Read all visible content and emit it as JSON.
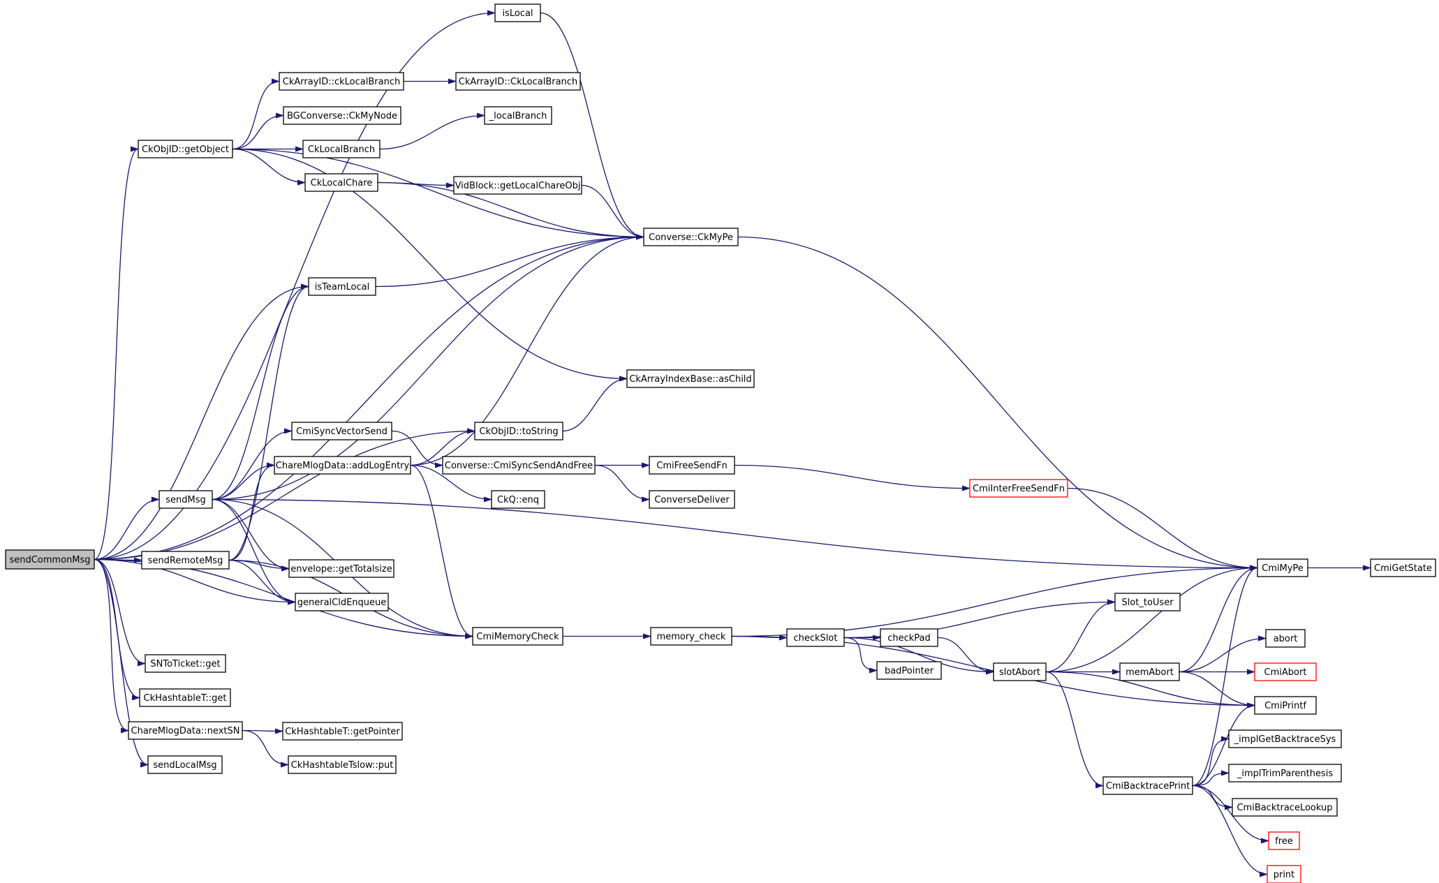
{
  "graph": {
    "nodes": [
      {
        "id": "sendCommonMsg",
        "label": "sendCommonMsg",
        "root": true
      },
      {
        "id": "isLocal",
        "label": "isLocal"
      },
      {
        "id": "ckLocalBranch",
        "label": "CkArrayID::ckLocalBranch"
      },
      {
        "id": "CkLocalBranchA",
        "label": "CkArrayID::CkLocalBranch"
      },
      {
        "id": "BGCkMyNode",
        "label": "BGConverse::CkMyNode"
      },
      {
        "id": "_localBranch",
        "label": "_localBranch"
      },
      {
        "id": "getObject",
        "label": "CkObjID::getObject"
      },
      {
        "id": "CkLocalBranch",
        "label": "CkLocalBranch"
      },
      {
        "id": "CkLocalChare",
        "label": "CkLocalChare"
      },
      {
        "id": "getLocalChareObj",
        "label": "VidBlock::getLocalChareObj"
      },
      {
        "id": "ConverseCkMyPe",
        "label": "Converse::CkMyPe"
      },
      {
        "id": "isTeamLocal",
        "label": "isTeamLocal"
      },
      {
        "id": "asChild",
        "label": "CkArrayIndexBase::asChild"
      },
      {
        "id": "CmiSyncVectorSend",
        "label": "CmiSyncVectorSend"
      },
      {
        "id": "toString",
        "label": "CkObjID::toString"
      },
      {
        "id": "addLogEntry",
        "label": "ChareMlogData::addLogEntry"
      },
      {
        "id": "CmiSyncSendAndFree",
        "label": "Converse::CmiSyncSendAndFree"
      },
      {
        "id": "CmiFreeSendFn",
        "label": "CmiFreeSendFn"
      },
      {
        "id": "CmiInterFreeSendFn",
        "label": "CmiInterFreeSendFn",
        "truncated": true
      },
      {
        "id": "sendMsg",
        "label": "sendMsg"
      },
      {
        "id": "CkQenq",
        "label": "CkQ::enq"
      },
      {
        "id": "ConverseDeliver",
        "label": "ConverseDeliver"
      },
      {
        "id": "sendRemoteMsg",
        "label": "sendRemoteMsg"
      },
      {
        "id": "getTotalsize",
        "label": "envelope::getTotalsize"
      },
      {
        "id": "CmiMyPe",
        "label": "CmiMyPe"
      },
      {
        "id": "CmiGetState",
        "label": "CmiGetState"
      },
      {
        "id": "generalCldEnqueue",
        "label": "generalCldEnqueue"
      },
      {
        "id": "SlotToUser",
        "label": "Slot_toUser"
      },
      {
        "id": "CmiMemoryCheck",
        "label": "CmiMemoryCheck"
      },
      {
        "id": "memory_check",
        "label": "memory_check"
      },
      {
        "id": "checkSlot",
        "label": "checkSlot"
      },
      {
        "id": "checkPad",
        "label": "checkPad"
      },
      {
        "id": "abort",
        "label": "abort"
      },
      {
        "id": "SNToTicket",
        "label": "SNToTicket::get"
      },
      {
        "id": "badPointer",
        "label": "badPointer"
      },
      {
        "id": "slotAbort",
        "label": "slotAbort"
      },
      {
        "id": "memAbort",
        "label": "memAbort"
      },
      {
        "id": "CmiAbort",
        "label": "CmiAbort",
        "truncated": true
      },
      {
        "id": "CkHashtableTget",
        "label": "CkHashtableT::get"
      },
      {
        "id": "CmiPrintf",
        "label": "CmiPrintf"
      },
      {
        "id": "nextSN",
        "label": "ChareMlogData::nextSN"
      },
      {
        "id": "getPointer",
        "label": "CkHashtableT::getPointer"
      },
      {
        "id": "implGetBacktraceSys",
        "label": "_implGetBacktraceSys"
      },
      {
        "id": "sendLocalMsg",
        "label": "sendLocalMsg"
      },
      {
        "id": "CkHashtableTslowPut",
        "label": "CkHashtableTslow::put"
      },
      {
        "id": "implTrimParenthesis",
        "label": "_implTrimParenthesis"
      },
      {
        "id": "CmiBacktracePrint",
        "label": "CmiBacktracePrint"
      },
      {
        "id": "CmiBacktraceLookup",
        "label": "CmiBacktraceLookup"
      },
      {
        "id": "free",
        "label": "free",
        "truncated": true
      },
      {
        "id": "print",
        "label": "print",
        "truncated": true
      }
    ],
    "edges": [
      [
        "sendCommonMsg",
        "isLocal"
      ],
      [
        "sendCommonMsg",
        "getObject"
      ],
      [
        "sendCommonMsg",
        "ConverseCkMyPe"
      ],
      [
        "sendCommonMsg",
        "isTeamLocal"
      ],
      [
        "sendCommonMsg",
        "toString"
      ],
      [
        "sendCommonMsg",
        "sendMsg"
      ],
      [
        "sendCommonMsg",
        "sendRemoteMsg"
      ],
      [
        "sendCommonMsg",
        "generalCldEnqueue"
      ],
      [
        "sendCommonMsg",
        "CmiMemoryCheck"
      ],
      [
        "sendCommonMsg",
        "SNToTicket"
      ],
      [
        "sendCommonMsg",
        "CkHashtableTget"
      ],
      [
        "sendCommonMsg",
        "nextSN"
      ],
      [
        "sendCommonMsg",
        "sendLocalMsg"
      ],
      [
        "isLocal",
        "ConverseCkMyPe"
      ],
      [
        "getObject",
        "ckLocalBranch"
      ],
      [
        "getObject",
        "BGCkMyNode"
      ],
      [
        "getObject",
        "CkLocalBranch"
      ],
      [
        "getObject",
        "CkLocalChare"
      ],
      [
        "getObject",
        "ConverseCkMyPe"
      ],
      [
        "getObject",
        "asChild"
      ],
      [
        "ckLocalBranch",
        "CkLocalBranchA"
      ],
      [
        "CkLocalBranch",
        "_localBranch"
      ],
      [
        "CkLocalChare",
        "getLocalChareObj"
      ],
      [
        "CkLocalChare",
        "ConverseCkMyPe"
      ],
      [
        "getLocalChareObj",
        "ConverseCkMyPe"
      ],
      [
        "isTeamLocal",
        "ConverseCkMyPe"
      ],
      [
        "ConverseCkMyPe",
        "CmiMyPe"
      ],
      [
        "toString",
        "asChild"
      ],
      [
        "sendMsg",
        "isTeamLocal"
      ],
      [
        "sendMsg",
        "ConverseCkMyPe"
      ],
      [
        "sendMsg",
        "CmiSyncVectorSend"
      ],
      [
        "sendMsg",
        "addLogEntry"
      ],
      [
        "sendMsg",
        "getTotalsize"
      ],
      [
        "sendMsg",
        "generalCldEnqueue"
      ],
      [
        "sendMsg",
        "CmiMemoryCheck"
      ],
      [
        "sendMsg",
        "CmiMyPe"
      ],
      [
        "sendRemoteMsg",
        "isTeamLocal"
      ],
      [
        "sendRemoteMsg",
        "addLogEntry"
      ],
      [
        "sendRemoteMsg",
        "getTotalsize"
      ],
      [
        "sendRemoteMsg",
        "generalCldEnqueue"
      ],
      [
        "sendRemoteMsg",
        "CmiMemoryCheck"
      ],
      [
        "CmiSyncVectorSend",
        "CmiSyncSendAndFree"
      ],
      [
        "addLogEntry",
        "toString"
      ],
      [
        "addLogEntry",
        "CkQenq"
      ],
      [
        "addLogEntry",
        "ConverseCkMyPe"
      ],
      [
        "addLogEntry",
        "CmiMemoryCheck"
      ],
      [
        "CmiSyncSendAndFree",
        "CmiFreeSendFn"
      ],
      [
        "CmiSyncSendAndFree",
        "ConverseDeliver"
      ],
      [
        "CmiFreeSendFn",
        "CmiInterFreeSendFn"
      ],
      [
        "CmiInterFreeSendFn",
        "CmiMyPe"
      ],
      [
        "CmiMyPe",
        "CmiGetState"
      ],
      [
        "CmiMemoryCheck",
        "memory_check"
      ],
      [
        "memory_check",
        "CmiMyPe"
      ],
      [
        "memory_check",
        "checkSlot"
      ],
      [
        "memory_check",
        "CmiPrintf"
      ],
      [
        "checkSlot",
        "SlotToUser"
      ],
      [
        "checkSlot",
        "checkPad"
      ],
      [
        "checkSlot",
        "badPointer"
      ],
      [
        "checkSlot",
        "slotAbort"
      ],
      [
        "checkPad",
        "slotAbort"
      ],
      [
        "slotAbort",
        "SlotToUser"
      ],
      [
        "slotAbort",
        "CmiMyPe"
      ],
      [
        "slotAbort",
        "memAbort"
      ],
      [
        "slotAbort",
        "CmiPrintf"
      ],
      [
        "slotAbort",
        "CmiBacktracePrint"
      ],
      [
        "memAbort",
        "CmiMyPe"
      ],
      [
        "memAbort",
        "abort"
      ],
      [
        "memAbort",
        "CmiAbort"
      ],
      [
        "memAbort",
        "CmiPrintf"
      ],
      [
        "nextSN",
        "getPointer"
      ],
      [
        "nextSN",
        "CkHashtableTslowPut"
      ],
      [
        "CmiBacktracePrint",
        "CmiMyPe"
      ],
      [
        "CmiBacktracePrint",
        "CmiPrintf"
      ],
      [
        "CmiBacktracePrint",
        "implGetBacktraceSys"
      ],
      [
        "CmiBacktracePrint",
        "implTrimParenthesis"
      ],
      [
        "CmiBacktracePrint",
        "CmiBacktraceLookup"
      ],
      [
        "CmiBacktracePrint",
        "free"
      ],
      [
        "CmiBacktracePrint",
        "print"
      ]
    ]
  }
}
